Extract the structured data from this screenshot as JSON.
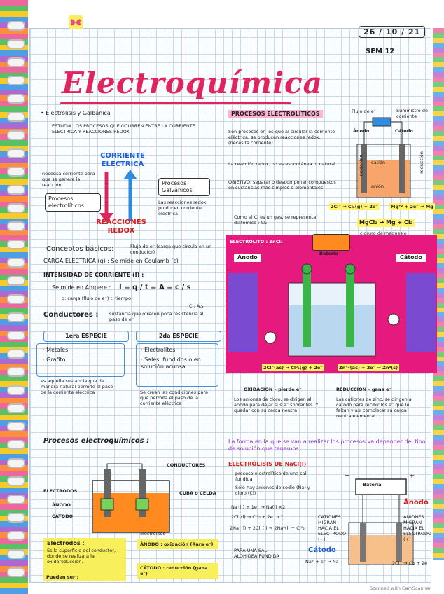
{
  "header": {
    "date": "26 / 10 / 21",
    "week": "SEM 12",
    "title": "Electroquímica"
  },
  "left": {
    "bullets": "• Electrólisis y Galbánica",
    "study": "ESTUDIA LOS PROCESOS QUE OCURREN ENTRE LA CORRIENTE ELECTRICA Y REACCIONES REDOX",
    "corriente_label": "CORRIENTE ELÉCTRICA",
    "necesita": "necesita corriente para que se genere la reacción",
    "procesos_electroliticos": "Procesos electrolíticos",
    "procesos_galvanicos": "Procesos Galvánicos",
    "galvanicos_note": "Las reacciones redox producen corriente eléctrica",
    "reacciones_redox": "REACCIONES REDOX",
    "conceptos": "Conceptos básicos:",
    "flujo": "Flujo de e⁻ (carga que circula en un conductor)",
    "carga_electrica": "CARGA ELECTRICA (q) : Se mide en Coulamb (c)",
    "intensidad": "INTENSIDAD DE CORRIENTE (I) :",
    "se_mide": "Se mide en Ampere :",
    "formula": "I = q / t = A = c / s",
    "formula_note": "q: carga (flujo de e⁻)   t: tiempo",
    "cas": "C : A.s",
    "conductores": "Conductores :",
    "conductores_def": "sustancia que ofrecen poca resistencia al paso de e⁻",
    "especie1": "1era ESPECIE",
    "especie2": "2da ESPECIE",
    "esp1_items": [
      "· Metales",
      "· Grafito"
    ],
    "esp1_note": "es aquella sustancia que de manera natural permite el paso de la corriente eléctrica",
    "esp2_items": [
      "· Electrolitos",
      "· Sales, fundidos o en solución acuosa"
    ],
    "esp2_note": "Se crean las condiciones para que permita el paso de la corriente eléctrica",
    "procesos_electroquimicos": "Procesos electroquímicos :",
    "conductores_lbl": "CONDUCTORES",
    "electrodos_lbl": "ELECTRODOS",
    "anodo_lbl": "ÁNODO",
    "catodo_lbl": "CÁTODO",
    "cuba_lbl": "CUBA o CELDA",
    "electrolitos_lbl": "electrolitos",
    "sticky_title": "Electrodos :",
    "sticky_text": "Es la superficie del conductor, donde se realizará la oxidoreducción.",
    "pueden_ser": "Pueden ser :",
    "anodo_ox": "ÁNODO : oxidación (Rara e⁻)",
    "catodo_red": "CÁTODO : reducción (gana e⁻)"
  },
  "right": {
    "heading": "PROCESOS ELECTROLÍTICOS",
    "def": "Son procesos en los que al circular la corriente eléctrica, se producen reacciones redox. (necesita corriente)",
    "redox_note": "La reacción redox, no es espontánea ni natural.",
    "objetivo": "OBJETIVO: separar o descomponer compuestos en sustancias más simples o elementales.",
    "flujo_e": "Flujo de e⁻",
    "suministro": "Suministro de corriente",
    "anodo": "Ánodo",
    "catodo": "Cátodo",
    "oxidacion_side": "oxidación",
    "reduccion_side": "reducción",
    "cation": "catión",
    "anion": "anión",
    "eq1": "2Cl⁻ → Cl₂(g) + 2e⁻",
    "eq2": "Mg⁺² + 2e⁻ → Mg",
    "como": "Como el Cl es un gas, se representa diatómico : Cl₂",
    "mgcl2": "MgCl₂ → Mg + Cl₂",
    "cloruro": "cloruro de magnesio",
    "panel_title": "ELECTROLITO : ZnCl₂",
    "bateria": "Batería",
    "panel_anodo": "Ánodo",
    "panel_catodo": "Cátodo",
    "panel_eq1": "2Cl⁻(ac) → Cl⁰₂(g) + 2e⁻",
    "panel_eq2": "Zn⁺²(ac) + 2e⁻ → Zn⁰(s)",
    "oxidacion_title": "OXIDACIÓN – pierde e⁻",
    "oxidacion_text": "Los aniones de cloro, se dirigen al ánodo para dejar sus e⁻ sobrantes. Y quedar con su carga neutra",
    "reduccion_title": "REDUCCIÓN – gana e⁻",
    "reduccion_text": "Los cationes de zinc, se dirigen al cátodo para recibir los e⁻ que le faltan y así completar su carga neutra elemental.",
    "forma": "La forma en la que se van a realizar los procesos va depender del tipo de solución que tenemos",
    "electrolisis_nacl": "ELECTRÓLISIS DE NaCl(l)",
    "proceso_sal": "proceso electrolítico de una sal fundida",
    "solo_hay": "Solo hay aniones de sodio (Na) y cloro (Cl)",
    "rxn1": "Na⁺(l) + 1e⁻ → Na(l) ×2",
    "rxn2": "2Cl⁻(l) → Cl⁰₂ + 2e⁻ ×1",
    "rxn3": "2Na⁺(l) + 2Cl⁻(l) → 2Na⁰(l) + Cl⁰₂",
    "para_sal": "PARA UNA SAL ALOHIDEA FUNDIDA",
    "bateria2": "Batería",
    "cationes_migran": "CATIONES MIGRAN HACIA EL ELECTRODO (−)",
    "aniones_migran": "ANIONES MIGRAN HACIA EL ELECTRODO (+)",
    "catodo_big": "Cátodo",
    "anodo_big": "Ánodo",
    "catodo_eq": "Na⁺ + e⁻ → Na",
    "anodo_eq": "2Cl⁻ → Cl₂ + 2e⁻",
    "minus": "−",
    "plus": "+"
  },
  "footer": "Scanned with CamScanner",
  "colors": {
    "title": "#e0245e",
    "pink": "#e6197e",
    "yellow": "#f7ef5b",
    "blue": "#4a90d9"
  }
}
